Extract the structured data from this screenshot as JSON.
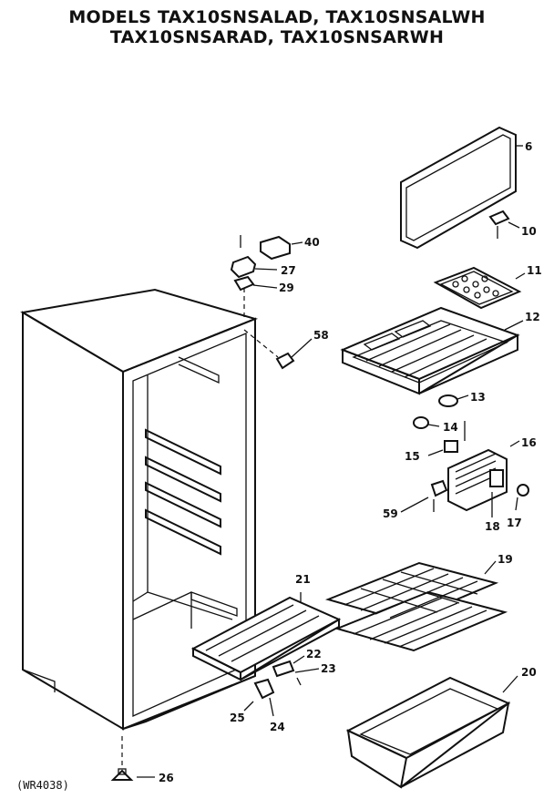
{
  "title": {
    "line1": "MODELS TAX10SNSALAD, TAX10SNSALWH",
    "line2": "TAX10SNSARAD, TAX10SNSARWH"
  },
  "drawing_code": "(WR4038)",
  "callouts": {
    "c6": "6",
    "c10": "10",
    "c11": "11",
    "c12": "12",
    "c13": "13",
    "c14": "14",
    "c15": "15",
    "c16": "16",
    "c17": "17",
    "c18": "18",
    "c19": "19",
    "c20": "20",
    "c21": "21",
    "c22": "22",
    "c23": "23",
    "c24": "24",
    "c25": "25",
    "c26": "26",
    "c27": "27",
    "c29": "29",
    "c40": "40",
    "c58": "58",
    "c59": "59"
  }
}
